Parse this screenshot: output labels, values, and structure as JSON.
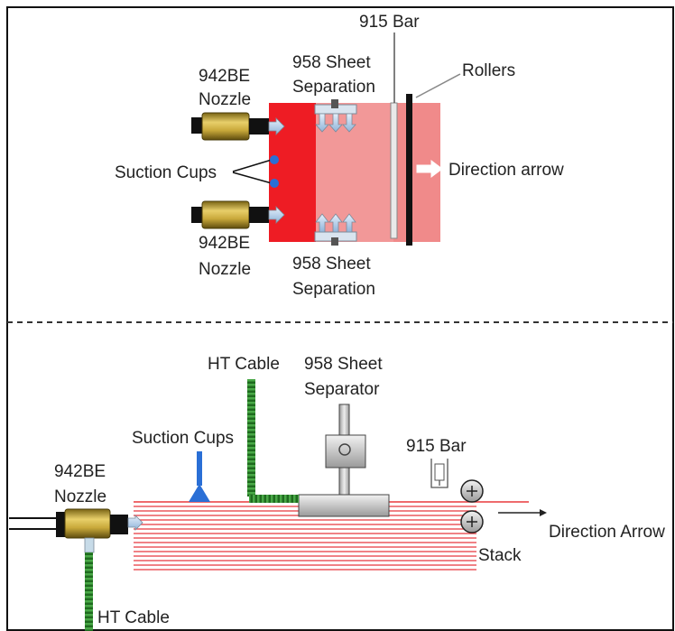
{
  "top": {
    "bar_label": "915 Bar",
    "rollers_label": "Rollers",
    "sheet_separation_top": [
      "958 Sheet",
      "Separation"
    ],
    "nozzle_top": [
      "942BE",
      "Nozzle"
    ],
    "suction_cups_label": "Suction Cups",
    "direction_label": "Direction arrow",
    "nozzle_bottom": [
      "942BE",
      "Nozzle"
    ],
    "sheet_separation_bottom": [
      "958 Sheet",
      "Separation"
    ]
  },
  "bottom": {
    "ht_cable_top": "HT Cable",
    "separator_label": [
      "958 Sheet",
      "Separator"
    ],
    "suction_cups_label": "Suction Cups",
    "bar_label": "915 Bar",
    "nozzle_label": [
      "942BE",
      "Nozzle"
    ],
    "direction_label": "Direction Arrow",
    "stack_label": "Stack",
    "ht_cable_bottom": "HT Cable"
  },
  "colors": {
    "sheet_dark_red": "#ee1c24",
    "sheet_light_red": "#f08a8a",
    "nozzle_gold": "#c8a83a",
    "cable_green": "#2e8b2e",
    "suction_blue": "#2a6fd6",
    "stack_line": "#e8383d"
  }
}
